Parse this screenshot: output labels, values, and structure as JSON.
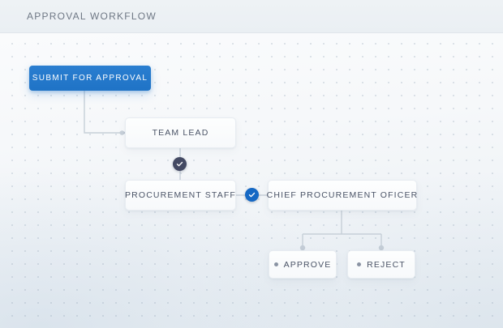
{
  "header": {
    "title": "APPROVAL WORKFLOW"
  },
  "canvas": {
    "submit_button": {
      "label": "SUBMIT FOR APPROVAL",
      "color": "#1f73c6"
    },
    "nodes": [
      {
        "id": "team-lead",
        "label": "TEAM LEAD"
      },
      {
        "id": "procurement-staff",
        "label": "PROCUREMENT STAFF"
      },
      {
        "id": "cpo",
        "label": "CHIEF PROCUREMENT OFICER"
      },
      {
        "id": "approve",
        "label": "APPROVE"
      },
      {
        "id": "reject",
        "label": "REJECT"
      }
    ],
    "badges": [
      {
        "id": "badge-dark",
        "icon": "check-icon",
        "color": "#444a63"
      },
      {
        "id": "badge-blue",
        "icon": "check-icon",
        "color": "#1568c4"
      }
    ],
    "connector_color": "#c3ccd6",
    "node_text_color": "#4a5366"
  }
}
